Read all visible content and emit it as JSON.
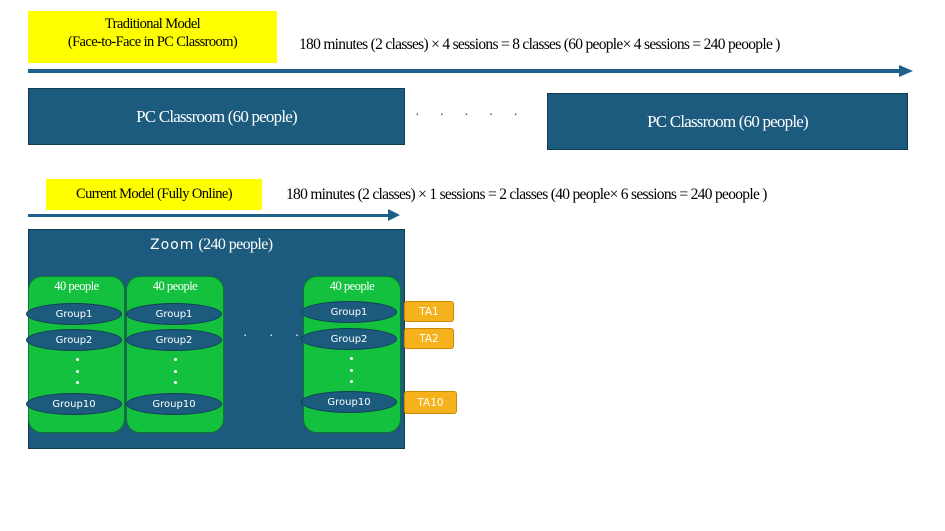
{
  "traditional": {
    "label_line1": "Traditional Model",
    "label_line2": "(Face-to-Face in PC Classroom)",
    "formula": "180 minutes (2 classes) × 4 sessions = 8 classes (60 people× 4 sessions = 240 peoople )",
    "classrooms": [
      "PC Classroom (60 people)",
      "PC Classroom (60 people)"
    ],
    "ellipsis": "· · · · ·"
  },
  "current": {
    "label": "Current Model (Fully Online)",
    "formula": "180 minutes (2 classes) × 1 sessions = 2 classes (40 people× 6 sessions = 240 peoople )",
    "zoom_word": "Zoom",
    "zoom_count": "(240 people)",
    "columns": [
      {
        "header": "40 people",
        "groups": [
          "Group1",
          "Group2",
          "Group10"
        ]
      },
      {
        "header": "40 people",
        "groups": [
          "Group1",
          "Group2",
          "Group10"
        ]
      },
      {
        "header": "40 people",
        "groups": [
          "Group1",
          "Group2",
          "Group10"
        ]
      }
    ],
    "column_ellipsis": "· · ·",
    "tas": [
      "TA1",
      "TA2",
      "TA10"
    ]
  },
  "colors": {
    "arrow": "#1f5f8b",
    "box_blue": "#1d5b7e",
    "group_green": "#13c13f",
    "ta_orange": "#f5b21c",
    "label_yellow": "#ffff00"
  }
}
